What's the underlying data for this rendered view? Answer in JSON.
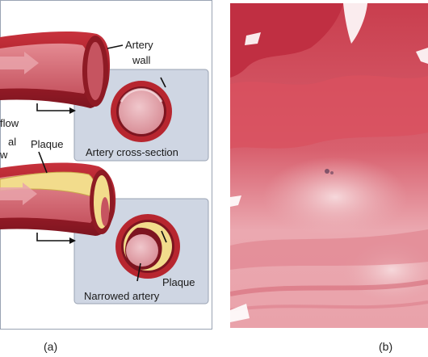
{
  "panel_a": {
    "labels": {
      "artery_wall_line1": "Artery",
      "artery_wall_line2": "wall",
      "flow_top": "flow",
      "flow_bottom_line1": "al",
      "flow_bottom_line2": "w",
      "plaque_top": "Plaque",
      "cross_section": "Artery cross-section",
      "plaque_inset": "Plaque",
      "narrowed": "Narrowed artery"
    },
    "caption": "(a)"
  },
  "panel_b": {
    "caption": "(b)"
  },
  "colors": {
    "artery_red": "#b7262f",
    "artery_dark": "#7d1520",
    "lumen_pink": "#d8707a",
    "plaque_yellow": "#f2dc8c",
    "inset_bg": "#cfd6e3",
    "histology_pink": "#e8a0a8"
  }
}
